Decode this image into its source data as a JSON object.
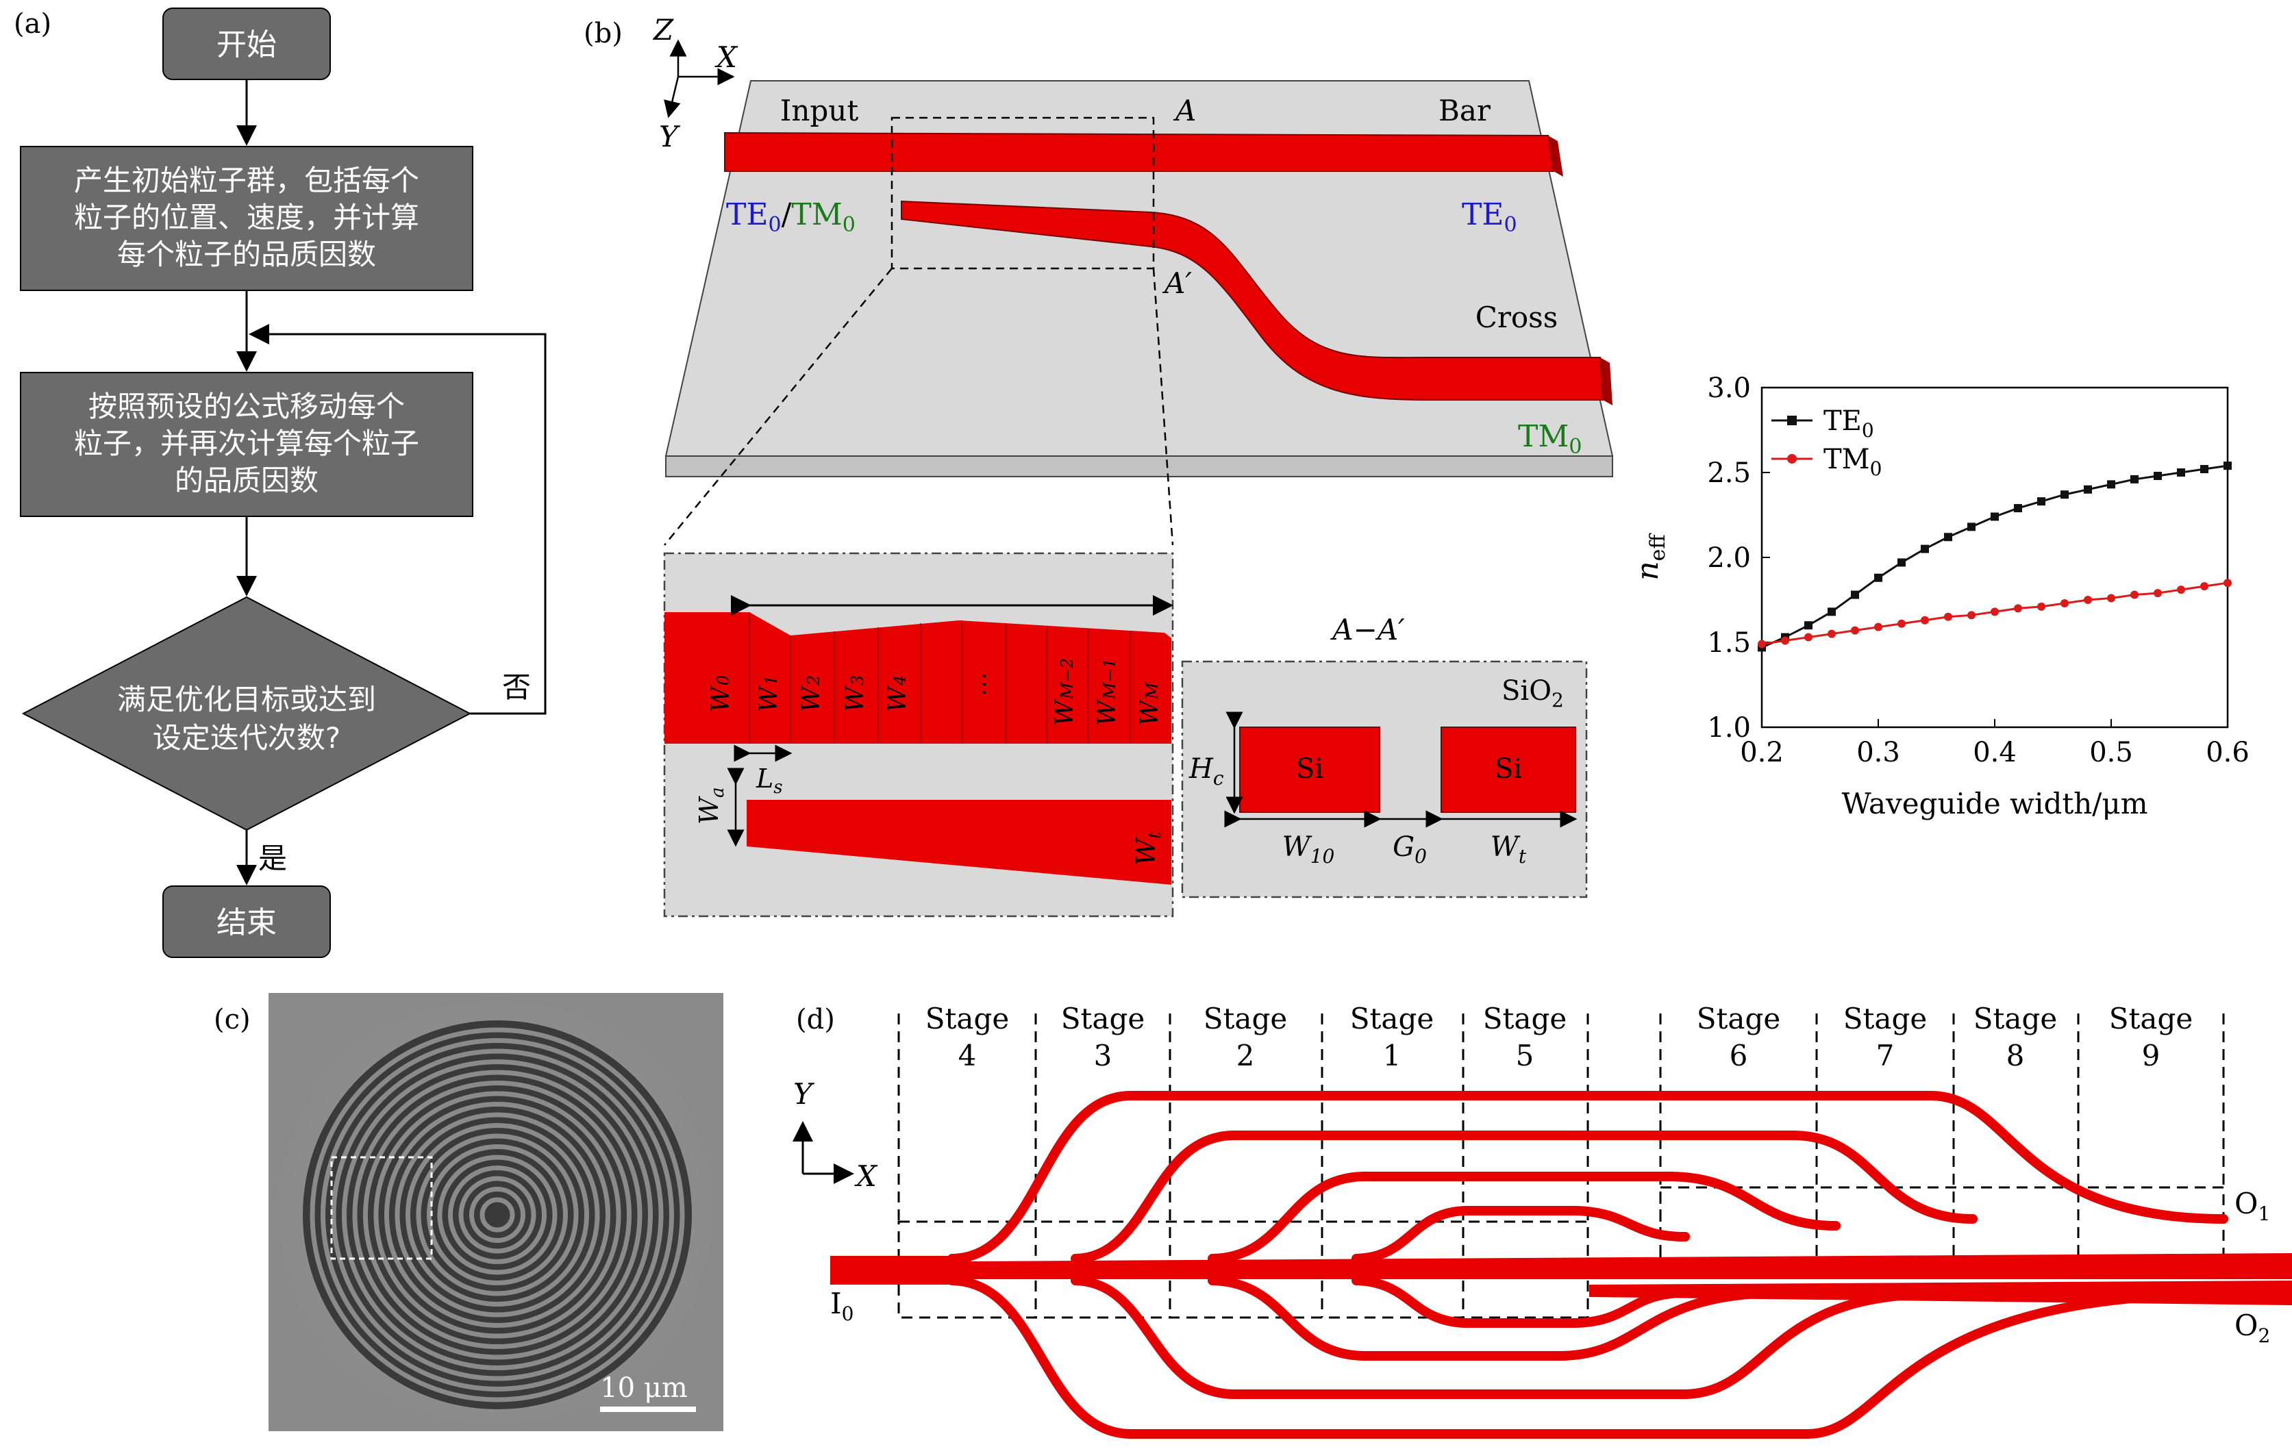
{
  "colors": {
    "waveguide": "#e60000",
    "substrate": "#d9d9d9",
    "flow_box": "#6b6b6b",
    "te": "#1a1acc",
    "tm": "#1a7a1a",
    "te_curve": "#111111",
    "tm_curve": "#dd1a1a"
  },
  "panel_a": {
    "label": "(a)",
    "start": "开始",
    "step1": [
      "产生初始粒子群，包括每个",
      "粒子的位置、速度，并计算",
      "每个粒子的品质因数"
    ],
    "step2": [
      "按照预设的公式移动每个",
      "粒子，并再次计算每个粒子",
      "的品质因数"
    ],
    "decision": [
      "满足优化目标或达到",
      "设定迭代次数?"
    ],
    "no": "否",
    "yes": "是",
    "end": "结束"
  },
  "panel_b": {
    "label": "(b)",
    "axis_z": "Z",
    "axis_x": "X",
    "axis_y": "Y",
    "input": "Input",
    "bar": "Bar",
    "cross": "Cross",
    "point_a": "A",
    "point_a_prime": "A′",
    "te0": "TE",
    "tm0": "TM",
    "sub0": "0",
    "slash": "/",
    "widths": [
      "W",
      "W",
      "W",
      "W",
      "W",
      "⋯",
      "W",
      "W",
      "W"
    ],
    "width_subs": [
      "0",
      "1",
      "2",
      "3",
      "4",
      "",
      "M−2",
      "M−1",
      "M"
    ],
    "wa": "W",
    "wa_sub": "a",
    "ls": "L",
    "ls_sub": "s",
    "wt": "W",
    "wt_sub": "t",
    "section_title": "A−A′",
    "sio2": "SiO",
    "sio2_sub": "2",
    "si": "Si",
    "hc": "H",
    "hc_sub": "c",
    "w10": "W",
    "w10_sub": "10",
    "g0": "G",
    "g0_sub": "0"
  },
  "chart_data": {
    "type": "line",
    "xlabel": "Waveguide width/μm",
    "ylabel": "n",
    "ylabel_sub": "eff",
    "xlim": [
      0.2,
      0.6
    ],
    "ylim": [
      1.0,
      3.0
    ],
    "xticks": [
      "0.2",
      "0.3",
      "0.4",
      "0.5",
      "0.6"
    ],
    "yticks": [
      "1.0",
      "1.5",
      "2.0",
      "2.5",
      "3.0"
    ],
    "x": [
      0.2,
      0.22,
      0.24,
      0.26,
      0.28,
      0.3,
      0.32,
      0.34,
      0.36,
      0.38,
      0.4,
      0.42,
      0.44,
      0.46,
      0.48,
      0.5,
      0.52,
      0.54,
      0.56,
      0.58,
      0.6
    ],
    "series": [
      {
        "name": "TE",
        "name_sub": "0",
        "values": [
          1.47,
          1.53,
          1.6,
          1.68,
          1.78,
          1.88,
          1.97,
          2.05,
          2.12,
          2.18,
          2.24,
          2.29,
          2.33,
          2.37,
          2.4,
          2.43,
          2.46,
          2.48,
          2.5,
          2.52,
          2.54
        ]
      },
      {
        "name": "TM",
        "name_sub": "0",
        "values": [
          1.49,
          1.51,
          1.53,
          1.55,
          1.57,
          1.59,
          1.61,
          1.63,
          1.65,
          1.66,
          1.68,
          1.7,
          1.71,
          1.73,
          1.75,
          1.76,
          1.78,
          1.79,
          1.81,
          1.83,
          1.85
        ]
      }
    ],
    "legend": "top-left",
    "grid": false
  },
  "panel_c": {
    "label": "(c)",
    "scalebar": "10 μm"
  },
  "panel_d": {
    "label": "(d)",
    "stages": [
      {
        "t": "Stage",
        "n": "4"
      },
      {
        "t": "Stage",
        "n": "3"
      },
      {
        "t": "Stage",
        "n": "2"
      },
      {
        "t": "Stage",
        "n": "1"
      },
      {
        "t": "Stage",
        "n": "5"
      },
      {
        "t": "Stage",
        "n": "6"
      },
      {
        "t": "Stage",
        "n": "7"
      },
      {
        "t": "Stage",
        "n": "8"
      },
      {
        "t": "Stage",
        "n": "9"
      }
    ],
    "axis_y": "Y",
    "axis_x": "X",
    "i0": "I",
    "i0_sub": "0",
    "o1": "O",
    "o1_sub": "1",
    "o2": "O",
    "o2_sub": "2"
  }
}
